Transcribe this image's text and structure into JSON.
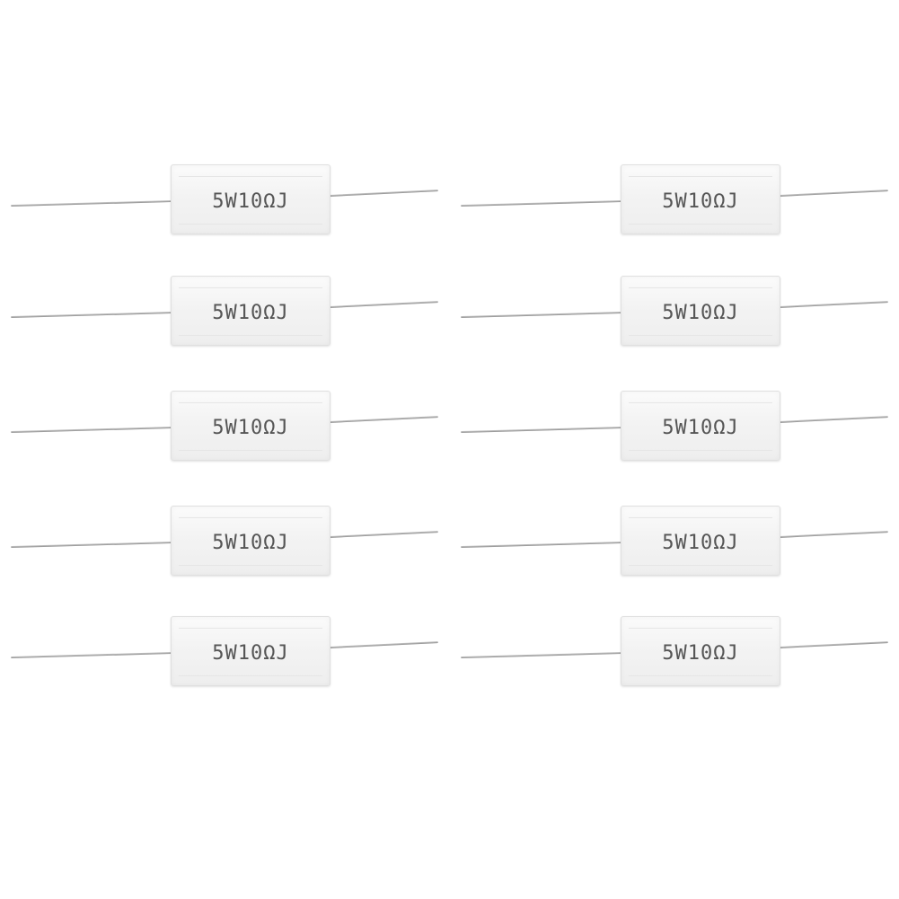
{
  "image": {
    "description_type": "product photo",
    "background_color": "#ffffff",
    "body_color": "#f3f3f3",
    "lead_color": "#a0a0a0",
    "marking_color": "#555555"
  },
  "resistors": [
    {
      "marking": "5W10ΩJ"
    },
    {
      "marking": "5W10ΩJ"
    },
    {
      "marking": "5W10ΩJ"
    },
    {
      "marking": "5W10ΩJ"
    },
    {
      "marking": "5W10ΩJ"
    },
    {
      "marking": "5W10ΩJ"
    },
    {
      "marking": "5W10ΩJ"
    },
    {
      "marking": "5W10ΩJ"
    },
    {
      "marking": "5W10ΩJ"
    },
    {
      "marking": "5W10ΩJ"
    }
  ]
}
